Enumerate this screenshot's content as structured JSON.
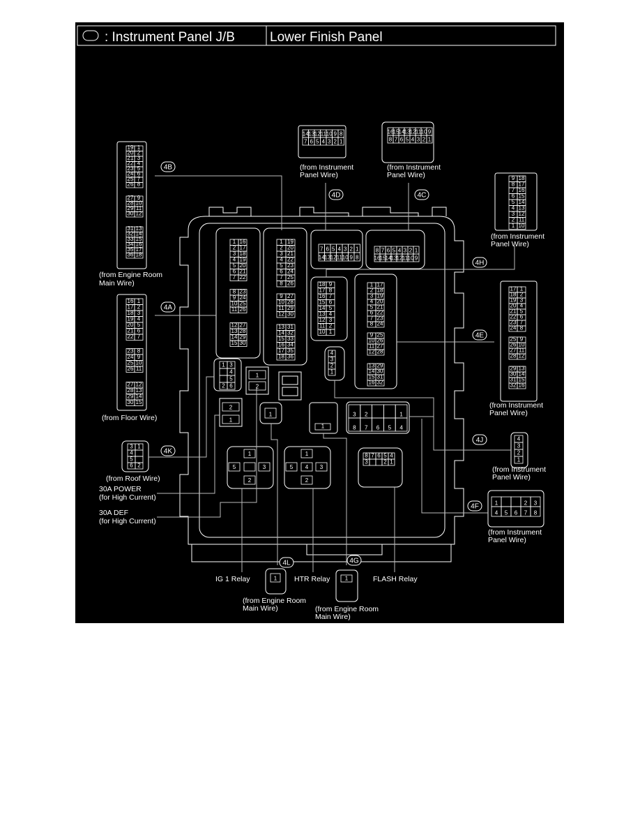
{
  "header": {
    "legend_symbol": "rounded-rect-outline",
    "legend_text": ": Instrument Panel J/B",
    "location": "Lower Finish Panel"
  },
  "colors": {
    "background": "#000000",
    "lines": "#ffffff",
    "page": "#ffffff"
  },
  "connectors": {
    "4B": {
      "code": "4B",
      "source": [
        "(from Engine Room",
        "Main Wire)"
      ],
      "external_pins": [
        [
          "19",
          "1"
        ],
        [
          "20",
          "2"
        ],
        [
          "21",
          "3"
        ],
        [
          "22",
          "4"
        ],
        [
          "23",
          "5"
        ],
        [
          "24",
          "6"
        ],
        [
          "25",
          "7"
        ],
        [
          "26",
          "8"
        ],
        [
          "27",
          "9"
        ],
        [
          "28",
          "10"
        ],
        [
          "29",
          "11"
        ],
        [
          "30",
          "12"
        ],
        [
          "31",
          "13"
        ],
        [
          "32",
          "14"
        ],
        [
          "33",
          "15"
        ],
        [
          "34",
          "16"
        ],
        [
          "35",
          "17"
        ],
        [
          "36",
          "18"
        ]
      ],
      "jb_pins": [
        [
          "1",
          "19"
        ],
        [
          "2",
          "20"
        ],
        [
          "3",
          "21"
        ],
        [
          "4",
          "22"
        ],
        [
          "5",
          "23"
        ],
        [
          "6",
          "24"
        ],
        [
          "7",
          "25"
        ],
        [
          "8",
          "26"
        ],
        [
          "9",
          "27"
        ],
        [
          "10",
          "28"
        ],
        [
          "11",
          "29"
        ],
        [
          "12",
          "30"
        ],
        [
          "13",
          "31"
        ],
        [
          "14",
          "32"
        ],
        [
          "15",
          "33"
        ],
        [
          "16",
          "34"
        ],
        [
          "17",
          "35"
        ],
        [
          "18",
          "36"
        ]
      ]
    },
    "4A": {
      "code": "4A",
      "source": [
        "(from Floor Wire)"
      ],
      "external_pins": [
        [
          "16",
          "1"
        ],
        [
          "17",
          "2"
        ],
        [
          "18",
          "3"
        ],
        [
          "19",
          "4"
        ],
        [
          "20",
          "5"
        ],
        [
          "21",
          "6"
        ],
        [
          "22",
          "7"
        ],
        [
          "23",
          "8"
        ],
        [
          "24",
          "9"
        ],
        [
          "25",
          "10"
        ],
        [
          "26",
          "11"
        ],
        [
          "27",
          "12"
        ],
        [
          "28",
          "13"
        ],
        [
          "29",
          "14"
        ],
        [
          "30",
          "15"
        ]
      ],
      "jb_pins": [
        [
          "1",
          "16"
        ],
        [
          "2",
          "17"
        ],
        [
          "3",
          "18"
        ],
        [
          "4",
          "19"
        ],
        [
          "5",
          "20"
        ],
        [
          "6",
          "21"
        ],
        [
          "7",
          "22"
        ],
        [
          "8",
          "23"
        ],
        [
          "9",
          "24"
        ],
        [
          "10",
          "25"
        ],
        [
          "11",
          "26"
        ],
        [
          "12",
          "27"
        ],
        [
          "13",
          "28"
        ],
        [
          "14",
          "29"
        ],
        [
          "15",
          "30"
        ]
      ]
    },
    "4D": {
      "code": "4D",
      "source": [
        "(from Instrument",
        "Panel Wire)"
      ],
      "external_pins": [
        [
          "14",
          "13",
          "12",
          "11",
          "10",
          "9",
          "8"
        ],
        [
          "7",
          "6",
          "5",
          "4",
          "3",
          "2",
          "1"
        ]
      ],
      "jb_pins": [
        [
          "7",
          "6",
          "5",
          "4",
          "3",
          "2",
          "1"
        ],
        [
          "14",
          "13",
          "12",
          "11",
          "10",
          "9",
          "8"
        ]
      ]
    },
    "4C": {
      "code": "4C",
      "source": [
        "(from Instrument",
        "Panel Wire)"
      ],
      "external_pins": [
        [
          "16",
          "15",
          "14",
          "13",
          "12",
          "11",
          "10",
          "9"
        ],
        [
          "8",
          "7",
          "6",
          "5",
          "4",
          "3",
          "2",
          "1"
        ]
      ],
      "jb_pins": [
        [
          "8",
          "7",
          "6",
          "5",
          "4",
          "3",
          "2",
          "1"
        ],
        [
          "16",
          "15",
          "14",
          "13",
          "12",
          "11",
          "10",
          "9"
        ]
      ]
    },
    "4H": {
      "code": "4H",
      "source": [
        "(from Instrument",
        "Panel Wire)"
      ],
      "external_pins": [
        [
          "9",
          "18"
        ],
        [
          "8",
          "17"
        ],
        [
          "7",
          "16"
        ],
        [
          "6",
          "15"
        ],
        [
          "5",
          "14"
        ],
        [
          "4",
          "13"
        ],
        [
          "3",
          "12"
        ],
        [
          "2",
          "11"
        ],
        [
          "1",
          "10"
        ]
      ],
      "jb_pins": [
        [
          "18",
          "9"
        ],
        [
          "17",
          "8"
        ],
        [
          "16",
          "7"
        ],
        [
          "15",
          "6"
        ],
        [
          "14",
          "5"
        ],
        [
          "13",
          "4"
        ],
        [
          "12",
          "3"
        ],
        [
          "11",
          "2"
        ],
        [
          "10",
          "1"
        ]
      ]
    },
    "4E": {
      "code": "4E",
      "source": [
        "(from Instrument",
        "Panel Wire)"
      ],
      "external_pins": [
        [
          "17",
          "1"
        ],
        [
          "18",
          "2"
        ],
        [
          "19",
          "3"
        ],
        [
          "20",
          "4"
        ],
        [
          "21",
          "5"
        ],
        [
          "22",
          "6"
        ],
        [
          "23",
          "7"
        ],
        [
          "24",
          "8"
        ],
        [
          "25",
          "9"
        ],
        [
          "26",
          "10"
        ],
        [
          "27",
          "11"
        ],
        [
          "28",
          "12"
        ],
        [
          "29",
          "13"
        ],
        [
          "30",
          "14"
        ],
        [
          "31",
          "15"
        ],
        [
          "32",
          "16"
        ]
      ],
      "jb_pins": [
        [
          "1",
          "17"
        ],
        [
          "2",
          "18"
        ],
        [
          "3",
          "19"
        ],
        [
          "4",
          "20"
        ],
        [
          "5",
          "21"
        ],
        [
          "6",
          "22"
        ],
        [
          "7",
          "23"
        ],
        [
          "8",
          "24"
        ],
        [
          "9",
          "25"
        ],
        [
          "10",
          "26"
        ],
        [
          "11",
          "27"
        ],
        [
          "12",
          "28"
        ],
        [
          "13",
          "29"
        ],
        [
          "14",
          "30"
        ],
        [
          "15",
          "31"
        ],
        [
          "16",
          "32"
        ]
      ]
    },
    "4K": {
      "code": "4K",
      "source": [
        "(from Roof Wire)"
      ],
      "external_pins": [
        [
          "3",
          "1"
        ],
        [
          "4",
          ""
        ],
        [
          "5",
          ""
        ],
        [
          "6",
          "2"
        ]
      ],
      "jb_pins": [
        [
          "1",
          "3"
        ],
        [
          "",
          "4"
        ],
        [
          "",
          "5"
        ],
        [
          "2",
          "6"
        ]
      ]
    },
    "4J": {
      "code": "4J",
      "source": [
        "(from Instrument",
        "Panel Wire)"
      ],
      "external_pins": [
        [
          "4"
        ],
        [
          "3"
        ],
        [
          "2"
        ],
        [
          "1"
        ]
      ],
      "jb_pins": [
        [
          "4"
        ],
        [
          "3"
        ],
        [
          "2"
        ],
        [
          "1"
        ]
      ]
    },
    "4F": {
      "code": "4F",
      "source": [
        "(from Instrument",
        "Panel Wire)"
      ],
      "external_pins": [
        [
          "1",
          "",
          "",
          "2",
          "3"
        ],
        [
          "4",
          "5",
          "6",
          "7",
          "8"
        ]
      ],
      "jb_pins": [
        [
          "3",
          "2",
          "",
          "",
          "1"
        ],
        [
          "8",
          "7",
          "6",
          "5",
          "4"
        ]
      ]
    },
    "4L": {
      "code": "4L",
      "source": [
        "(from Engine Room",
        "Main Wire)"
      ],
      "external_pins": [
        [
          "1"
        ]
      ],
      "jb_pins": [
        [
          "1"
        ]
      ]
    },
    "4G": {
      "code": "4G",
      "source": [
        "(from Engine Room",
        "Main Wire)"
      ],
      "external_pins": [
        [
          "1"
        ]
      ],
      "jb_pins": [
        [
          "1"
        ]
      ]
    }
  },
  "fuses": {
    "power": {
      "name": "30A POWER",
      "note": "(for High Current)",
      "pins": [
        [
          "1"
        ],
        [
          "2"
        ]
      ]
    },
    "def": {
      "name": "30A DEF",
      "note": "(for High Current)",
      "pins": [
        [
          "2"
        ],
        [
          "1"
        ]
      ]
    }
  },
  "relays": {
    "ig1": {
      "name": "IG 1 Relay",
      "pins": {
        "top": "1",
        "left": "5",
        "center": "",
        "right": "3",
        "bottom": "2"
      }
    },
    "htr": {
      "name": "HTR Relay",
      "pins": {
        "top": "1",
        "left": "5",
        "center": "4",
        "right": "3",
        "bottom": "2"
      }
    },
    "flash": {
      "name": "FLASH Relay",
      "pins": [
        [
          "8",
          "7",
          "6",
          "5",
          "4"
        ],
        [
          "3",
          "",
          "",
          "2",
          "1"
        ]
      ]
    }
  }
}
